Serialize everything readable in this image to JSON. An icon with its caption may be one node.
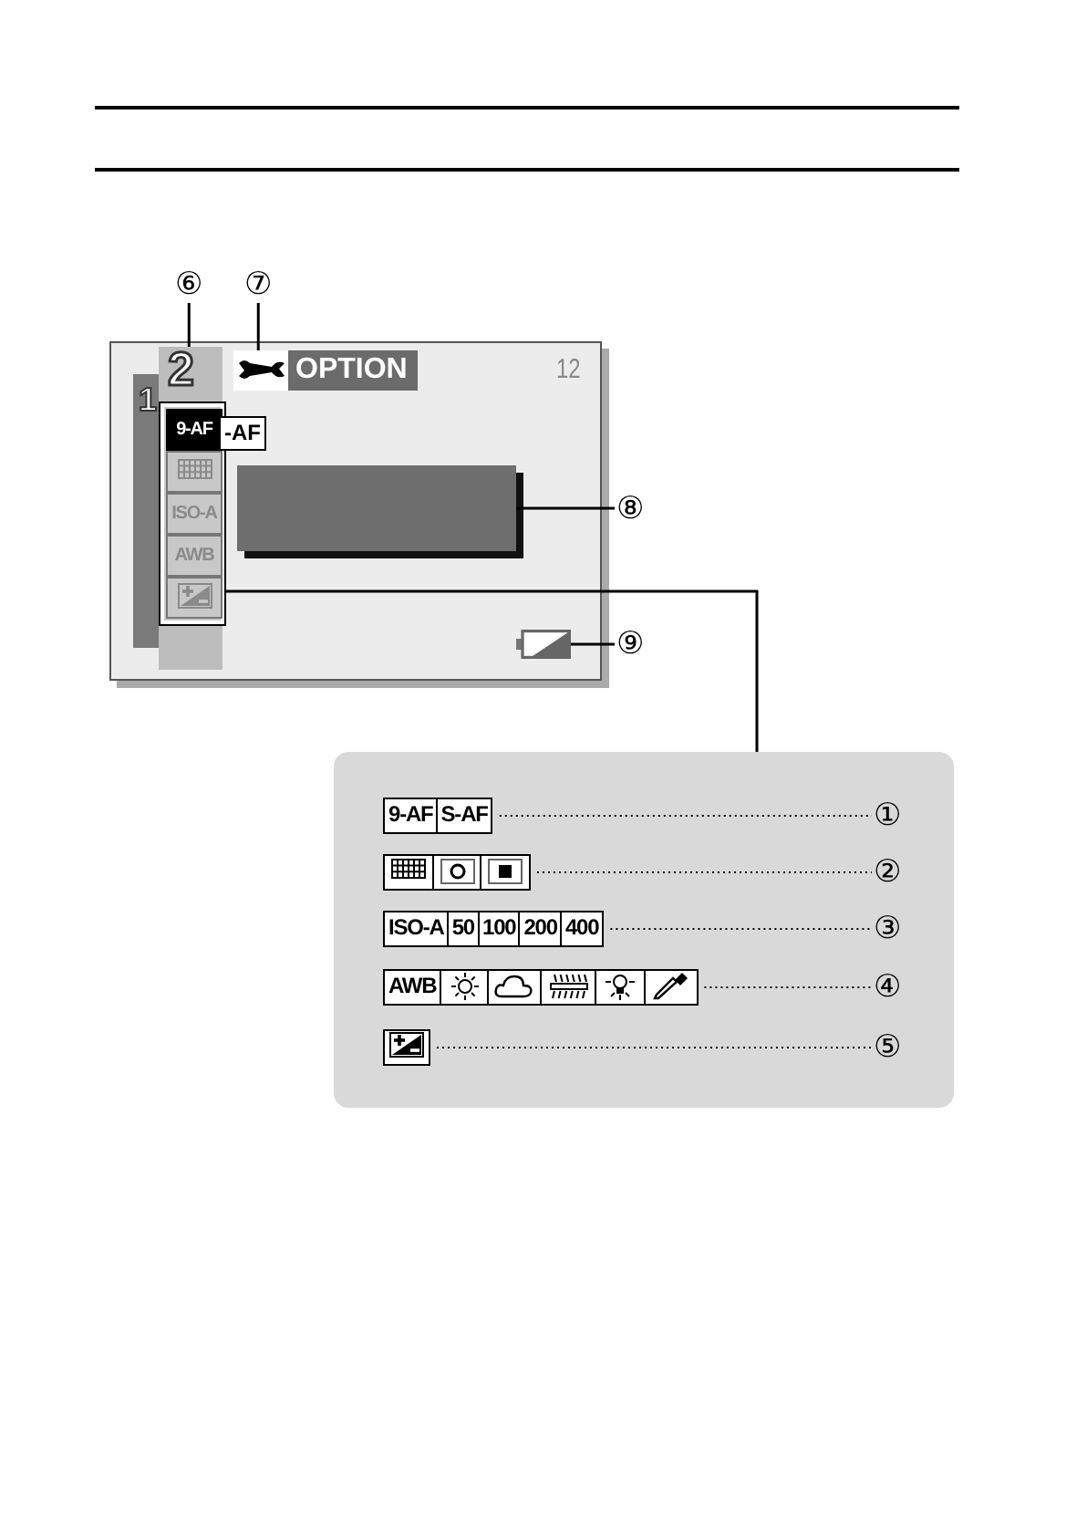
{
  "diagram": {
    "nodes": [
      {
        "text": [
          "⑥"
        ]
      },
      {
        "text": [
          "⑦"
        ]
      },
      {
        "text": [
          "⑧"
        ]
      },
      {
        "text": [
          "⑨"
        ]
      },
      {
        "text": [
          "2"
        ]
      },
      {
        "text": [
          "OPTION"
        ]
      },
      {
        "text": [],
        "shape": "box"
      },
      {
        "text": [],
        "shape": "battery"
      },
      {
        "text": [
          "9-AF",
          "ISO-A",
          "AWB"
        ],
        "in": 4
      },
      {
        "text": [],
        "shape": "box"
      },
      {
        "text": [
          "9-AF",
          "S-AF"
        ],
        "in": 9
      },
      {
        "text": [],
        "shape": "box",
        "in": 9
      },
      {
        "text": [
          "ISO-A",
          "50",
          "100",
          "200",
          "400"
        ],
        "in": 9
      },
      {
        "text": [
          "AWB"
        ],
        "in": 9
      },
      {
        "text": [],
        "shape": "box",
        "in": 9
      },
      {
        "text": [
          "①"
        ],
        "in": 9
      },
      {
        "text": [
          "②"
        ],
        "in": 9
      },
      {
        "text": [
          "③"
        ],
        "in": 9
      },
      {
        "text": [
          "④"
        ],
        "in": 9
      },
      {
        "text": [
          "⑤"
        ],
        "in": 9
      },
      {
        "text": [
          "-AF"
        ]
      }
    ],
    "edges": [
      {
        "from": 0,
        "to": 4,
        "arrow": "none"
      },
      {
        "from": 1,
        "to": 5,
        "arrow": "none"
      },
      {
        "from": 6,
        "to": 2,
        "arrow": "none"
      },
      {
        "from": 7,
        "to": 3,
        "arrow": "none"
      },
      {
        "from": 8,
        "to": 9,
        "arrow": "none"
      },
      {
        "from": 10,
        "to": 15,
        "arrow": "none",
        "style": "dashed"
      },
      {
        "from": 11,
        "to": 16,
        "arrow": "none",
        "style": "dashed"
      },
      {
        "from": 12,
        "to": 17,
        "arrow": "none",
        "style": "dashed"
      },
      {
        "from": 13,
        "to": 18,
        "arrow": "none",
        "style": "dashed"
      },
      {
        "from": 14,
        "to": 19,
        "arrow": "none",
        "style": "dashed"
      }
    ],
    "labels": [
      "12",
      "1"
    ]
  }
}
